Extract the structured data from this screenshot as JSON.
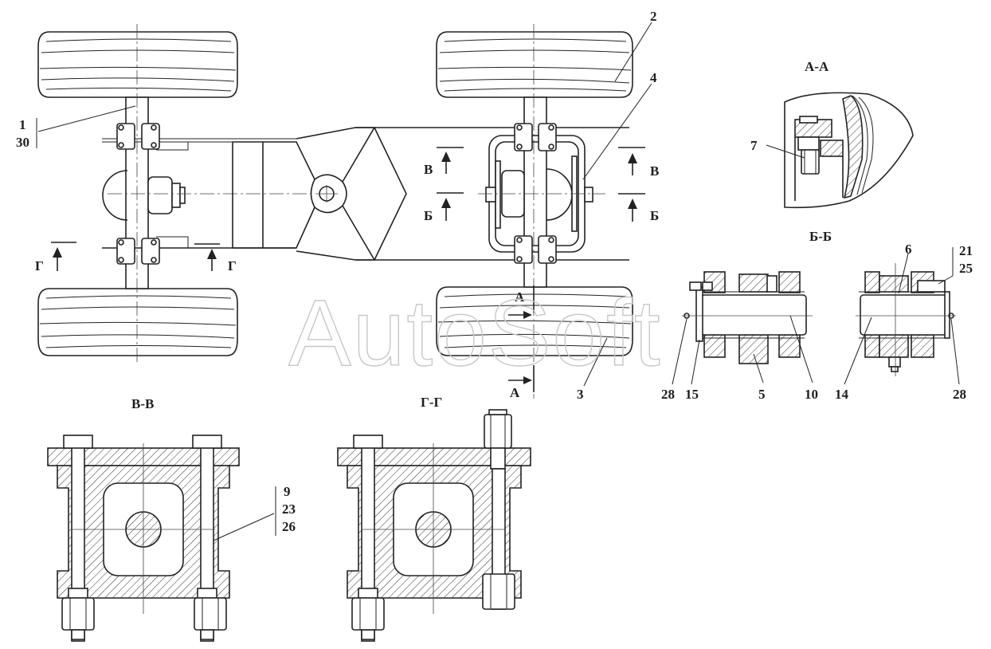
{
  "watermark": "AutoSoft",
  "section_titles": {
    "aa": "А-А",
    "bb": "Б-Б",
    "vv": "В-В",
    "gg": "Г-Г"
  },
  "section_marks": {
    "a": "А",
    "b": "Б",
    "v": "В",
    "g": "Г"
  },
  "callouts": {
    "n1": "1",
    "n30": "30",
    "n2": "2",
    "n3": "3",
    "n4": "4",
    "n5": "5",
    "n6": "6",
    "n7": "7",
    "n9": "9",
    "n10": "10",
    "n14": "14",
    "n15": "15",
    "n21": "21",
    "n23": "23",
    "n25": "25",
    "n26": "26",
    "n28": "28"
  }
}
